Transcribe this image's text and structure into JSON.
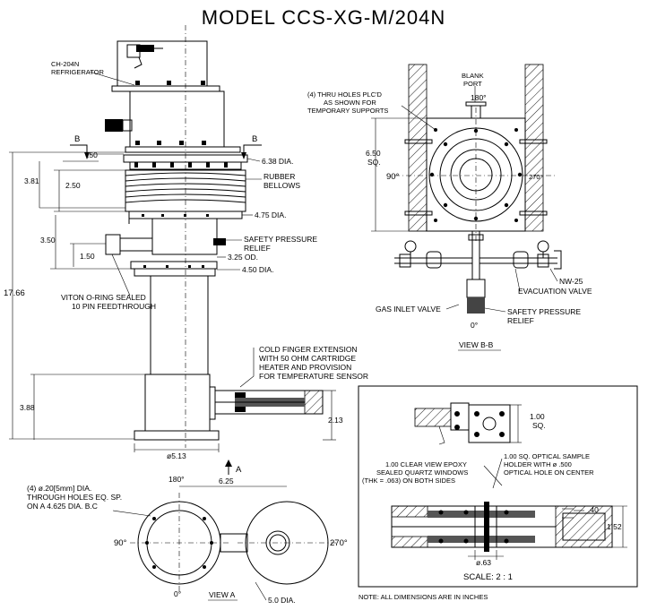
{
  "title": "MODEL CCS-XG-M/204N",
  "side_view": {
    "refrigerator_label": "CH-204N\nREFRIGERATOR",
    "section_marker": "B",
    "dim_top_gap": ".50",
    "flange_top_dia": "6.38 DIA.",
    "bellows_label": "RUBBER\nBELLOWS",
    "dim_381": "3.81",
    "dim_250": "2.50",
    "flange_mid_dia": "4.75 DIA.",
    "dim_350": "3.50",
    "relief_label": "SAFETY PRESSURE\nRELIEF",
    "dim_150": "1.50",
    "od_325": "3.25 OD.",
    "flange_low_dia": "4.50 DIA.",
    "dim_1766": "17.66",
    "feedthrough_label": "VITON O-RING SEALED\n10 PIN FEEDTHROUGH",
    "cold_finger_label": "COLD FINGER EXTENSION\nWITH 50 OHM CARTRIDGE\nHEATER AND PROVISION\nFOR TEMPERATURE SENSOR",
    "dim_388": "3.88",
    "dim_213": "2.13",
    "base_dia": "ø5.13",
    "arrow_a": "A"
  },
  "view_bb": {
    "holes_label": "(4) THRU HOLES PLC'D\nAS SHOWN FOR\nTEMPORARY SUPPORTS",
    "blank_port": "BLANK\nPORT",
    "angle_180": "180°",
    "dim_650": "6.50\nSQ.",
    "angle_90": "90°",
    "angle_270": "270°",
    "nw25": "NW-25",
    "evac_valve": "EVACUATION VALVE",
    "gas_inlet": "GAS INLET VALVE",
    "relief": "SAFETY PRESSURE\nRELIEF",
    "angle_0": "0°",
    "view_label": "VIEW B-B"
  },
  "view_a": {
    "holes_label": "(4) ø.20[5mm] DIA.\nTHROUGH HOLES EQ. SP.\nON A 4.625 DIA. B.C",
    "angle_180": "180°",
    "dim_625": "6.25",
    "angle_90": "90°",
    "angle_270": "270°",
    "angle_0": "0°",
    "view_label": "VIEW A",
    "dia_50": "5.0 DIA."
  },
  "detail": {
    "sq_100": "1.00\nSQ.",
    "epoxy_label": "1.00 CLEAR VIEW EPOXY\nSEALED QUARTZ WINDOWS\n(THK = .063) ON BOTH SIDES",
    "holder_label": "1.00 SQ. OPTICAL SAMPLE\nHOLDER WITH ø .500\nOPTICAL HOLE ON CENTER",
    "dim_40": ".40",
    "dim_152": "1.52",
    "dim_063": "ø.63",
    "scale": "SCALE:  2 : 1"
  },
  "note": "NOTE:  ALL DIMENSIONS ARE IN INCHES"
}
